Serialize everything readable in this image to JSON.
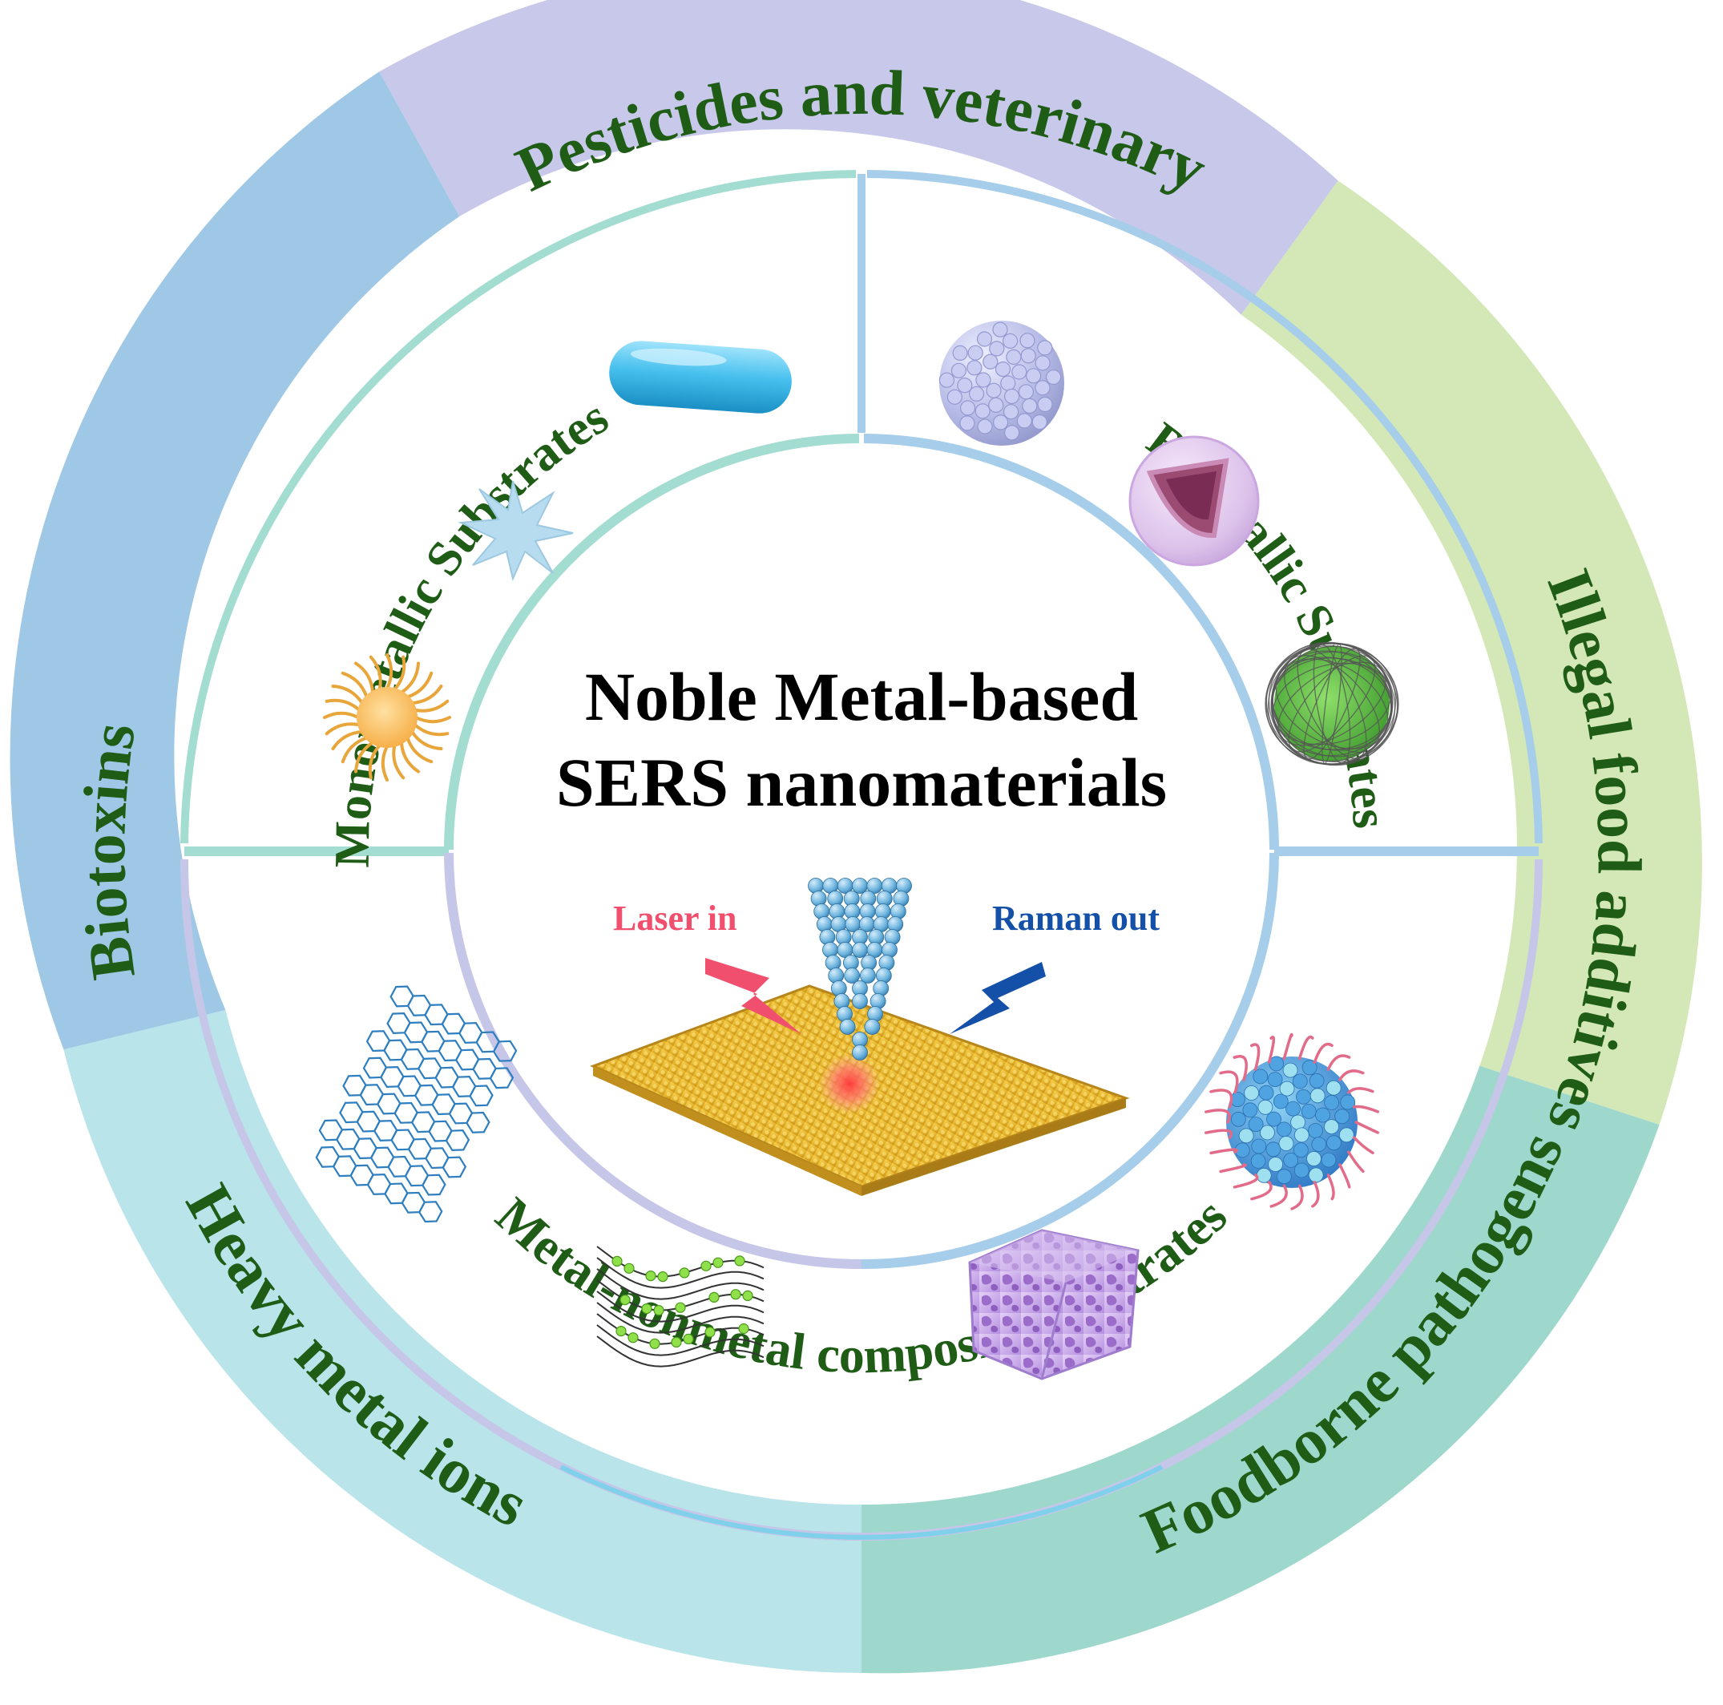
{
  "center": {
    "title_line1": "Noble Metal-based",
    "title_line2": "SERS nanomaterials",
    "laser_in": "Laser in",
    "raman_out": "Raman out"
  },
  "outer_ring": {
    "top": "Pesticides and veterinary",
    "right": "Illegal food additives",
    "left": "Biotoxins",
    "bottom_left": "Heavy metal ions",
    "bottom_right": "Foodborne pathogens"
  },
  "inner_ring": {
    "top_left": "Monometallic Substrates",
    "top_right": "Bimetallic Substrates",
    "bottom": "Metal-nonmetal composite substrates"
  },
  "colors": {
    "outer_top": "#c7c8ea",
    "outer_right": "#d3e8b6",
    "outer_left": "#9fc8e6",
    "outer_bottom_left": "#b9e4ea",
    "outer_bottom_right": "#9ed8cd",
    "label_green": "#1f5c16",
    "laser_red": "#f0506e",
    "raman_blue": "#1450a8",
    "divider_teal": "#a3ddd1",
    "divider_blue": "#a6cdea",
    "divider_lavender": "#c5c6e8"
  },
  "icons": [
    "nanorod-icon",
    "nanostar-icon",
    "ligand-nanoparticle-icon",
    "spiky-sphere-icon",
    "core-shell-icon",
    "mesh-sphere-icon",
    "graphene-icon",
    "decorated-sheet-icon",
    "porous-cube-icon",
    "functionalized-particle-icon",
    "sers-tip-substrate-icon"
  ]
}
